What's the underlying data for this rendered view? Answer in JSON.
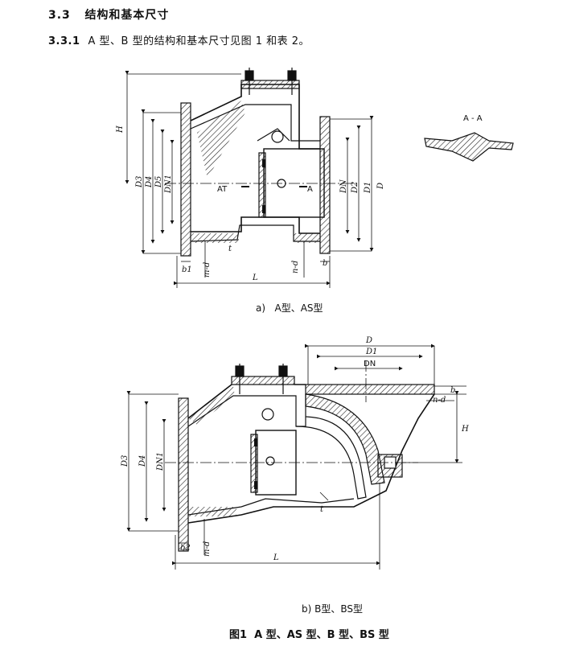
{
  "section": {
    "number": "3.3",
    "title": "结构和基本尺寸"
  },
  "subsection": {
    "number": "3.3.1",
    "text": "A 型、B 型的结构和基本尺寸见图 1 和表 2。"
  },
  "figure_a": {
    "caption_letter": "a)",
    "caption": "A型、AS型",
    "section_label": "A - A",
    "labels": {
      "H": "H",
      "D3": "D3",
      "D4": "D4",
      "D5": "D5",
      "DN1": "DN1",
      "A_left": "AT",
      "A_right": "A",
      "DN": "DN",
      "D2": "D2",
      "D1": "D1",
      "D": "D",
      "b1": "b1",
      "m_d": "m-d",
      "t": "t",
      "n_d": "n-d",
      "b": "b",
      "L": "L"
    }
  },
  "figure_b": {
    "caption_letter": "b)",
    "caption": "B型、BS型",
    "labels": {
      "D": "D",
      "D1": "D1",
      "DN": "DN",
      "b": "b",
      "n_d": "n-d",
      "H": "H",
      "D3": "D3",
      "D4": "D4",
      "DN1": "DN1",
      "t": "t",
      "b2": "b2",
      "m_d": "m-d",
      "L": "L"
    }
  },
  "figure_title": {
    "number": "图1",
    "text": "A 型、AS 型、B 型、BS 型"
  }
}
